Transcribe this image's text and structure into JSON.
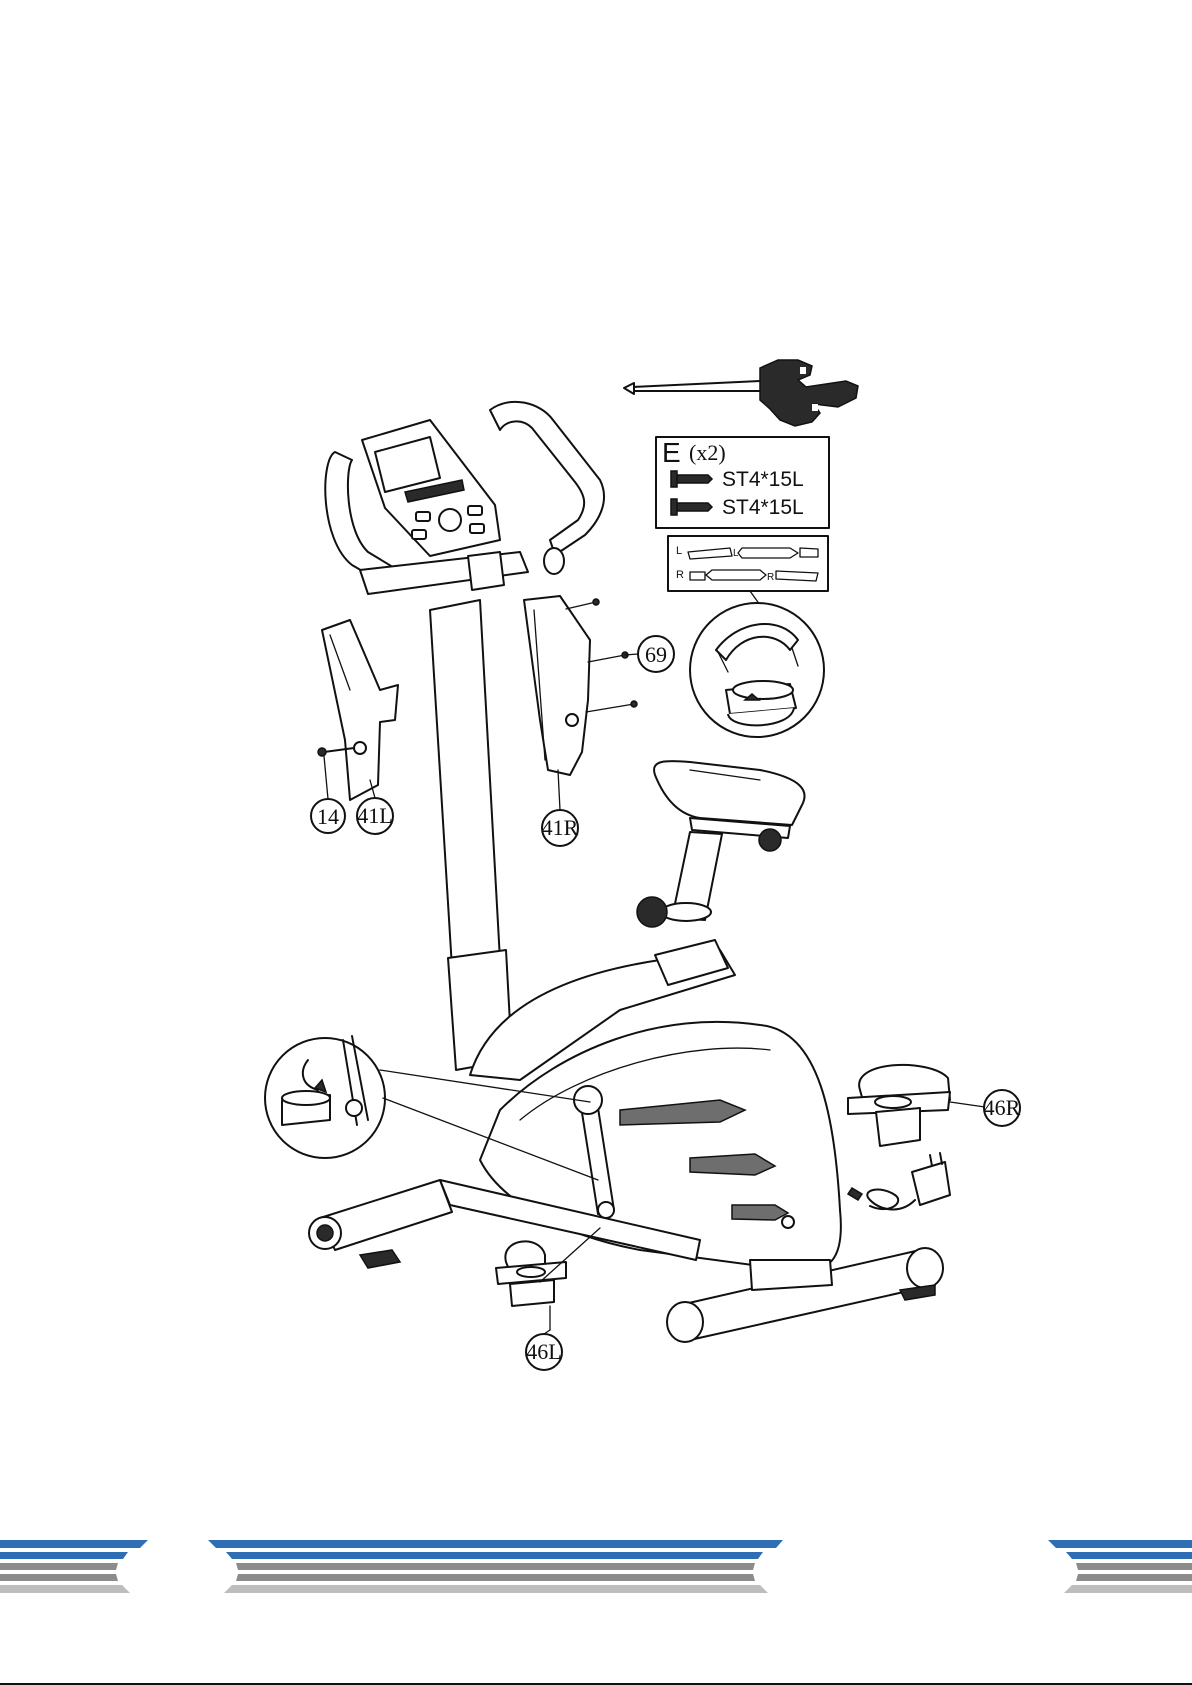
{
  "callouts": {
    "c14": "14",
    "c41L": "41L",
    "c41R": "41R",
    "c69": "69",
    "c46R": "46R",
    "c46L": "46L"
  },
  "hardware_box": {
    "letter": "E",
    "quantity": "(x2)",
    "rows": [
      "ST4*15L",
      "ST4*15L"
    ]
  },
  "pedal_box": {
    "left_side": "L",
    "right_side": "R",
    "row_left": [
      "L",
      "L"
    ],
    "row_right": [
      "R",
      "R"
    ]
  },
  "footer": {
    "colors": {
      "blue": "#2f6db5",
      "grey": "#8c8c8c",
      "light_grey": "#bdbdbd"
    }
  },
  "icons": [
    "screwdriver-wrench-tool-icon",
    "screw-icon",
    "pedal-strap-detail-icon",
    "pedal-crank-detail-icon",
    "power-adapter-icon"
  ]
}
